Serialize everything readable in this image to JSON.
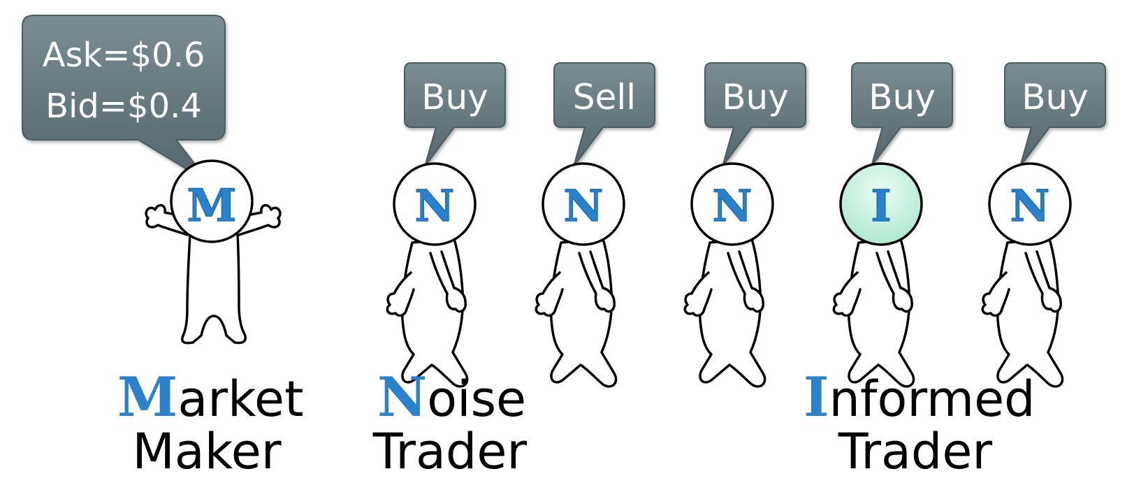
{
  "market_maker": {
    "bubble_line1": "Ask=$0.6",
    "bubble_line2": "Bid=$0.4",
    "head_letter": "M"
  },
  "traders": [
    {
      "speech": "Buy",
      "head_letter": "N",
      "kind": "noise"
    },
    {
      "speech": "Sell",
      "head_letter": "N",
      "kind": "noise"
    },
    {
      "speech": "Buy",
      "head_letter": "N",
      "kind": "noise"
    },
    {
      "speech": "Buy",
      "head_letter": "I",
      "kind": "informed"
    },
    {
      "speech": "Buy",
      "head_letter": "N",
      "kind": "noise"
    }
  ],
  "legend": {
    "market_maker": {
      "first_letter": "M",
      "rest": "arket",
      "line2": "Maker"
    },
    "noise_trader": {
      "first_letter": "N",
      "rest": "oise",
      "line2": "Trader"
    },
    "informed_trader": {
      "first_letter": "I",
      "rest": "nformed",
      "line2": "Trader"
    }
  },
  "colors": {
    "bubble_fill": "#5f7378",
    "letter_blue": "#2b82cc",
    "informed_head": "#c8f2e0"
  }
}
